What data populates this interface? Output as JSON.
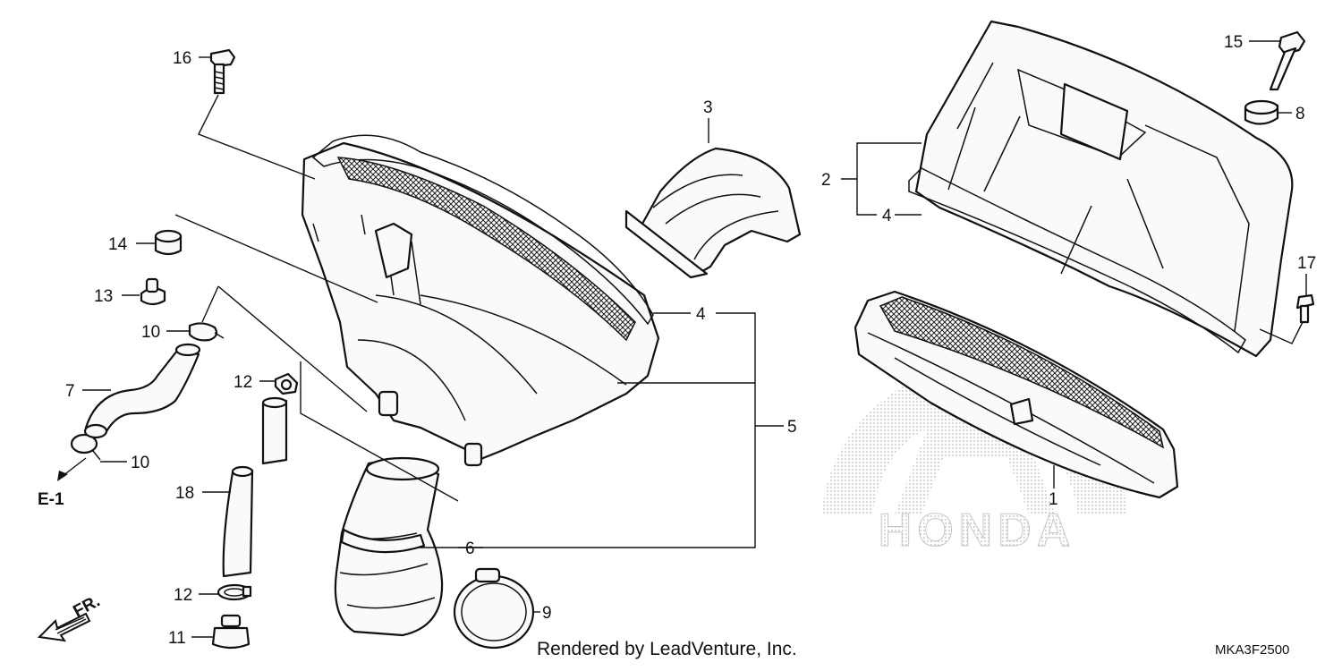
{
  "callouts": [
    {
      "id": "c1",
      "text": "1"
    },
    {
      "id": "c2",
      "text": "2"
    },
    {
      "id": "c3",
      "text": "3"
    },
    {
      "id": "c4a",
      "text": "4"
    },
    {
      "id": "c4b",
      "text": "4"
    },
    {
      "id": "c5",
      "text": "5"
    },
    {
      "id": "c6",
      "text": "6"
    },
    {
      "id": "c7",
      "text": "7"
    },
    {
      "id": "c8",
      "text": "8"
    },
    {
      "id": "c9",
      "text": "9"
    },
    {
      "id": "c10a",
      "text": "10"
    },
    {
      "id": "c10b",
      "text": "10"
    },
    {
      "id": "c11",
      "text": "11"
    },
    {
      "id": "c12a",
      "text": "12"
    },
    {
      "id": "c12b",
      "text": "12"
    },
    {
      "id": "c13",
      "text": "13"
    },
    {
      "id": "c14",
      "text": "14"
    },
    {
      "id": "c15",
      "text": "15"
    },
    {
      "id": "c16",
      "text": "16"
    },
    {
      "id": "c17",
      "text": "17"
    },
    {
      "id": "c18",
      "text": "18"
    }
  ],
  "reference_label": "E-1",
  "front_label": "FR.",
  "watermark_brand": "HONDA",
  "credit": "Rendered by LeadVenture, Inc.",
  "diagram_code": "MKA3F2500"
}
